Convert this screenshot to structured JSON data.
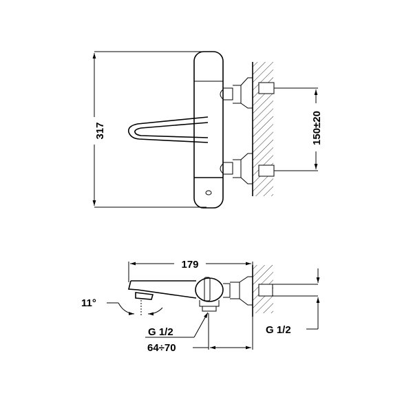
{
  "top_view": {
    "height_dim": "317",
    "inlet_spacing_dim": "150±20"
  },
  "side_view": {
    "length_dim": "179",
    "spout_angle": "11°",
    "outlet_thread": "G 1/2",
    "wall_distance_dim": "64÷70",
    "inlet_thread": "G 1/2"
  }
}
